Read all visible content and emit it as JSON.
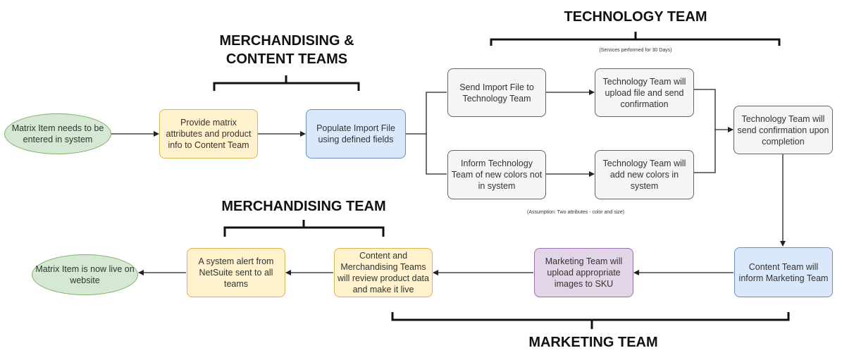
{
  "teams": {
    "technology": "TECHNOLOGY TEAM",
    "merch_content_line1": "MERCHANDISING &",
    "merch_content_line2": "CONTENT TEAMS",
    "merchandising": "MERCHANDISING TEAM",
    "marketing": "MARKETING TEAM"
  },
  "notes": {
    "services": "(Services performed for 30 Days)",
    "assumption": "(Assumption: Two attributes - color and size)"
  },
  "nodes": {
    "start": "Matrix Item needs to be entered in system",
    "provide_attributes": "Provide matrix attributes and product info to Content Team",
    "populate_import": "Populate Import File using defined fields",
    "send_import": "Send Import File to Technology Team",
    "inform_colors": "Inform Technology Team of new colors not in system",
    "tech_upload": "Technology Team will upload file and send confirmation",
    "tech_add_colors": "Technology Team will add new colors in system",
    "tech_confirm": "Technology Team will send confirmation upon completion",
    "content_inform": "Content Team will inform Marketing Team",
    "marketing_upload": "Marketing Team will upload appropriate images to SKU",
    "review_live": "Content and Merchandising Teams will review product data and make it live",
    "system_alert": "A system alert from NetSuite sent to all teams",
    "end": "Matrix Item is now live on website"
  },
  "colors": {
    "green_fill": "#d5e8d4",
    "yellow_fill": "#fff2cc",
    "blue_fill": "#dae8fc",
    "gray_fill": "#f5f5f5",
    "purple_fill": "#e1d5e7",
    "line": "#222222"
  }
}
